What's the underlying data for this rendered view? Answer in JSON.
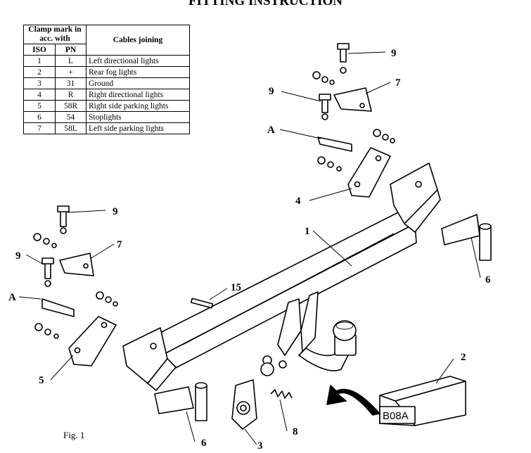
{
  "title": "FITTING INSTRUCTION",
  "table": {
    "header_clamp": "Clamp mark in acc. with",
    "header_iso": "ISO",
    "header_pn": "PN",
    "header_cables": "Cables joining",
    "rows": [
      {
        "iso": "1",
        "pn": "L",
        "cable": "Left directional lights"
      },
      {
        "iso": "2",
        "pn": "+",
        "cable": "Rear fog lights"
      },
      {
        "iso": "3",
        "pn": "31",
        "cable": "Ground"
      },
      {
        "iso": "4",
        "pn": "R",
        "cable": "Right directional lights"
      },
      {
        "iso": "5",
        "pn": "58R",
        "cable": "Right side parking lights"
      },
      {
        "iso": "6",
        "pn": "54",
        "cable": "Stoplights"
      },
      {
        "iso": "7",
        "pn": "58L",
        "cable": "Left side parking lights"
      }
    ]
  },
  "labels": {
    "l1": "1",
    "l2": "2",
    "l3": "3",
    "l4": "4",
    "l5": "5",
    "l6a": "6",
    "l6b": "6",
    "l7a": "7",
    "l7b": "7",
    "l8": "8",
    "l9a": "9",
    "l9b": "9",
    "l9c": "9",
    "l9d": "9",
    "l15": "15",
    "la1": "A",
    "la2": "A"
  },
  "box_code": "B08A",
  "figure_caption": "Fig. 1"
}
